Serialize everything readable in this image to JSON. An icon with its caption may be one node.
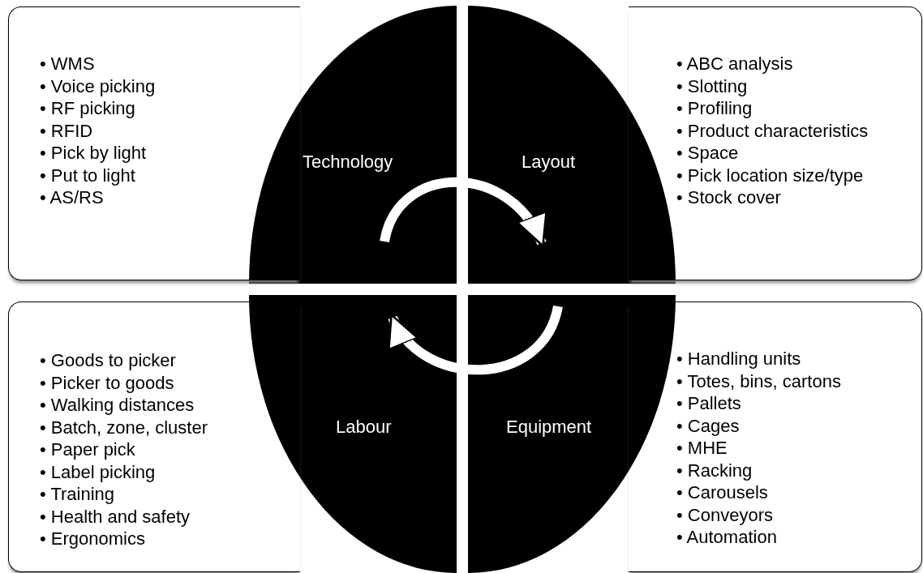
{
  "diagram": {
    "nodes": [
      {
        "text": [
          "• WMS",
          "• Voice picking",
          "• RF picking",
          "• RFID",
          "• Pick by light",
          "• Put to light",
          "• AS/RS"
        ]
      },
      {
        "text": [
          "Technology"
        ]
      },
      {
        "text": [
          "Layout"
        ]
      },
      {
        "text": [
          "• ABC analysis",
          "• Slotting",
          "• Profiling",
          "• Product characteristics",
          "• Space",
          "• Pick location size/type",
          "• Stock cover"
        ]
      },
      {
        "text": [
          "• Goods to picker",
          "• Picker to goods",
          "• Walking distances",
          "• Batch, zone, cluster",
          "• Paper pick",
          "• Label picking",
          "• Training",
          "• Health and safety",
          "• Ergonomics"
        ]
      },
      {
        "text": [
          "Labour"
        ]
      },
      {
        "text": [
          "Equipment"
        ]
      },
      {
        "text": [
          "• Handling units",
          "• Totes, bins, cartons",
          "• Pallets",
          "• Cages",
          "• MHE",
          "• Racking",
          "• Carousels",
          "• Conveyors",
          "• Automation"
        ]
      }
    ],
    "edges": [
      {
        "from": 1,
        "to": 2,
        "arrow": "to"
      },
      {
        "from": 6,
        "to": 5,
        "arrow": "to"
      }
    ]
  }
}
